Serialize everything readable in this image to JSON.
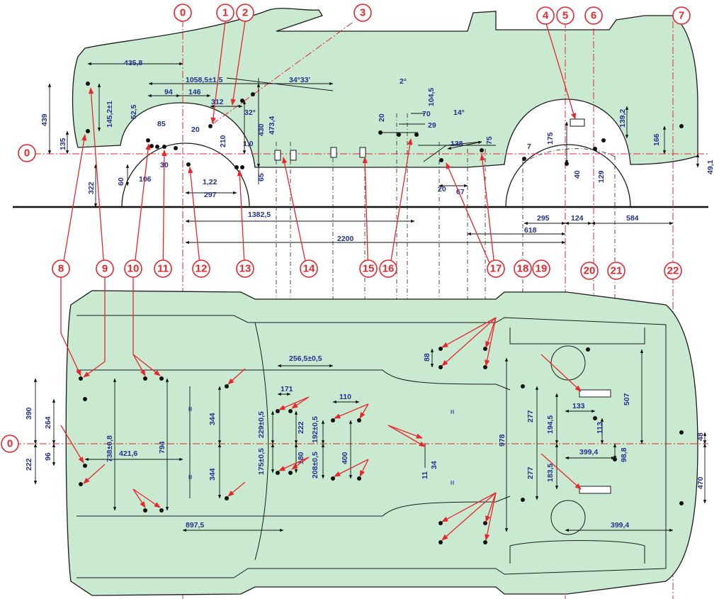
{
  "callouts": {
    "side": [
      "0",
      "1",
      "2",
      "3",
      "4",
      "5",
      "6",
      "7"
    ],
    "origin": "0",
    "row": [
      "8",
      "9",
      "10",
      "11",
      "12",
      "13",
      "14",
      "15",
      "16",
      "17",
      "18",
      "19",
      "20",
      "21",
      "22"
    ],
    "plan_origin": "0"
  },
  "side_dims": {
    "d435_8": "435,8",
    "d1058": "1058,5±1,5",
    "d94": "94",
    "d146": "146",
    "d312": "312",
    "d34": "34°33'",
    "d2deg": "2°",
    "d104": "104,5",
    "d439": "439",
    "d145": "145,2±1",
    "d52": "52,5",
    "d32deg": "32°",
    "d430": "430",
    "d473": "473,4",
    "d85": "85",
    "d20a": "20",
    "d210": "210",
    "d135": "135",
    "d106": "106",
    "d30": "30",
    "d60": "60",
    "d322": "322",
    "d1_22": "1,22",
    "d297": "297",
    "d65": "65",
    "d1382": "1382,5",
    "d2200": "2200",
    "d20b": "20",
    "d70": "70",
    "d29": "29",
    "d14deg": "14°",
    "d75": "75",
    "d138": "138",
    "d20c": "20",
    "d67": "67",
    "d618": "618",
    "d7": "7",
    "d175": "175",
    "d40": "40",
    "d129": "129",
    "d139": "139,2",
    "d166": "166",
    "d49": "49,1",
    "d295": "295",
    "d124": "124",
    "d584": "584",
    "d1_0": "1,0"
  },
  "plan_dims": {
    "d256": "256,5±0,5",
    "d171": "171",
    "d110": "110",
    "d390": "390",
    "d264": "264",
    "d96": "96",
    "d222a": "222",
    "d738": "738±0,8",
    "d794": "794",
    "d344a": "344",
    "d344b": "344",
    "eq1": "=",
    "eq2": "=",
    "d421": "421,6",
    "d897": "897,5",
    "d229": "229±0,5",
    "d222b": "222",
    "d175": "175±0,5",
    "d180": "180",
    "d192": "192±0,5",
    "d208": "208±0,5",
    "d400": "400",
    "d11": "11",
    "d34": "34",
    "d88": "88",
    "eq3": "=",
    "eq4": "=",
    "d978": "978",
    "d277a": "277",
    "d277b": "277",
    "d194": "194,5",
    "d183": "183,5",
    "d133": "133",
    "d113": "113",
    "d507": "507",
    "d399a": "399,4",
    "d98": "98,8",
    "d399b": "399,4",
    "d48": "48",
    "d470": "470"
  },
  "colors": {
    "body_fill": "#c9ead1",
    "callout_red": "#e8262b",
    "dimension_blue": "#22318f"
  }
}
